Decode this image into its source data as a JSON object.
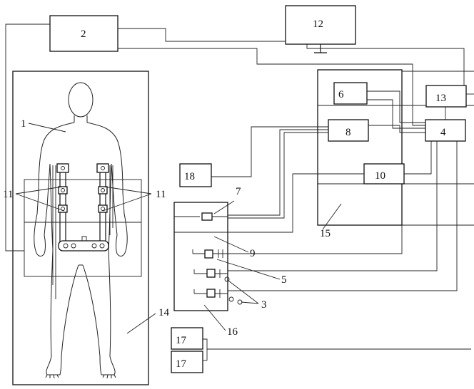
{
  "labels": {
    "l1": "1",
    "l2": "2",
    "l3": "3",
    "l4": "4",
    "l5": "5",
    "l6": "6",
    "l7": "7",
    "l8": "8",
    "l9": "9",
    "l10": "10",
    "l11_left": "11",
    "l11_right": "11",
    "l12": "12",
    "l13": "13",
    "l14": "14",
    "l15": "15",
    "l16": "16",
    "l17_top": "17",
    "l17_bottom": "17",
    "l18": "18"
  },
  "icons": {
    "ground": "ground-symbol-icon",
    "body": "human-body-outline-icon"
  }
}
